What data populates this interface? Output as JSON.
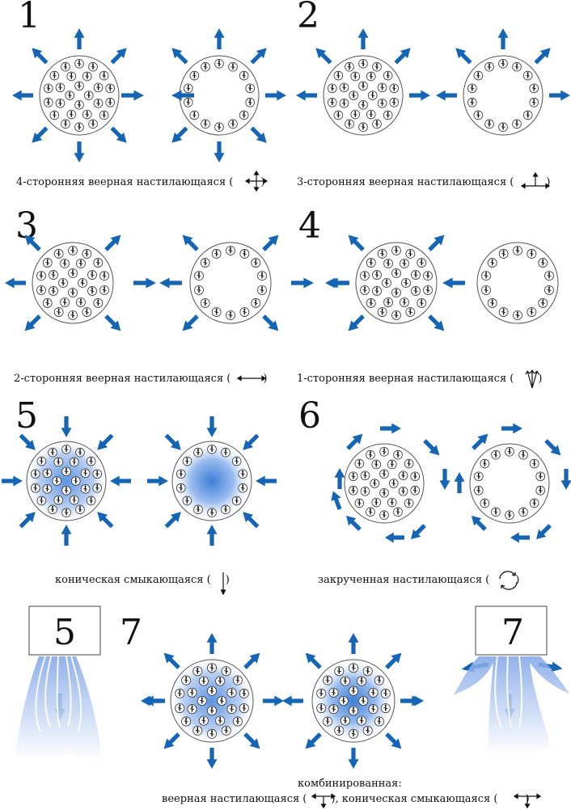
{
  "panels": [
    {
      "id": "1",
      "caption": "4-сторонняя веерная настилающаяся (",
      "caption_end": ")"
    },
    {
      "id": "2",
      "caption": "3-сторонняя веерная настилающаяся (",
      "caption_end": ")"
    },
    {
      "id": "3",
      "caption": "2-сторонняя веерная настилающаяся (",
      "caption_end": ")"
    },
    {
      "id": "4",
      "caption": "1-сторонняя веерная настилающаяся (",
      "caption_end": ")"
    },
    {
      "id": "5",
      "caption": "коническая смыкающаяся (",
      "caption_end": ")"
    },
    {
      "id": "6",
      "caption": "закрученная настилающаяся (",
      "caption_end": ")"
    },
    {
      "id": "7",
      "caption_line1": "комбинированная:",
      "caption_line2a": "веерная настилающаяся (",
      "caption_line2b": "), коническая смыкающаяся (",
      "caption_end": ")"
    }
  ],
  "side_boxes": {
    "left": "5",
    "right": "7"
  },
  "colors": {
    "arrow": "#1565b4",
    "ring": "#666666",
    "grille_fill": "#ffffff",
    "blue_glow": "#3d7fd6",
    "stream": "#b7c9ec"
  }
}
